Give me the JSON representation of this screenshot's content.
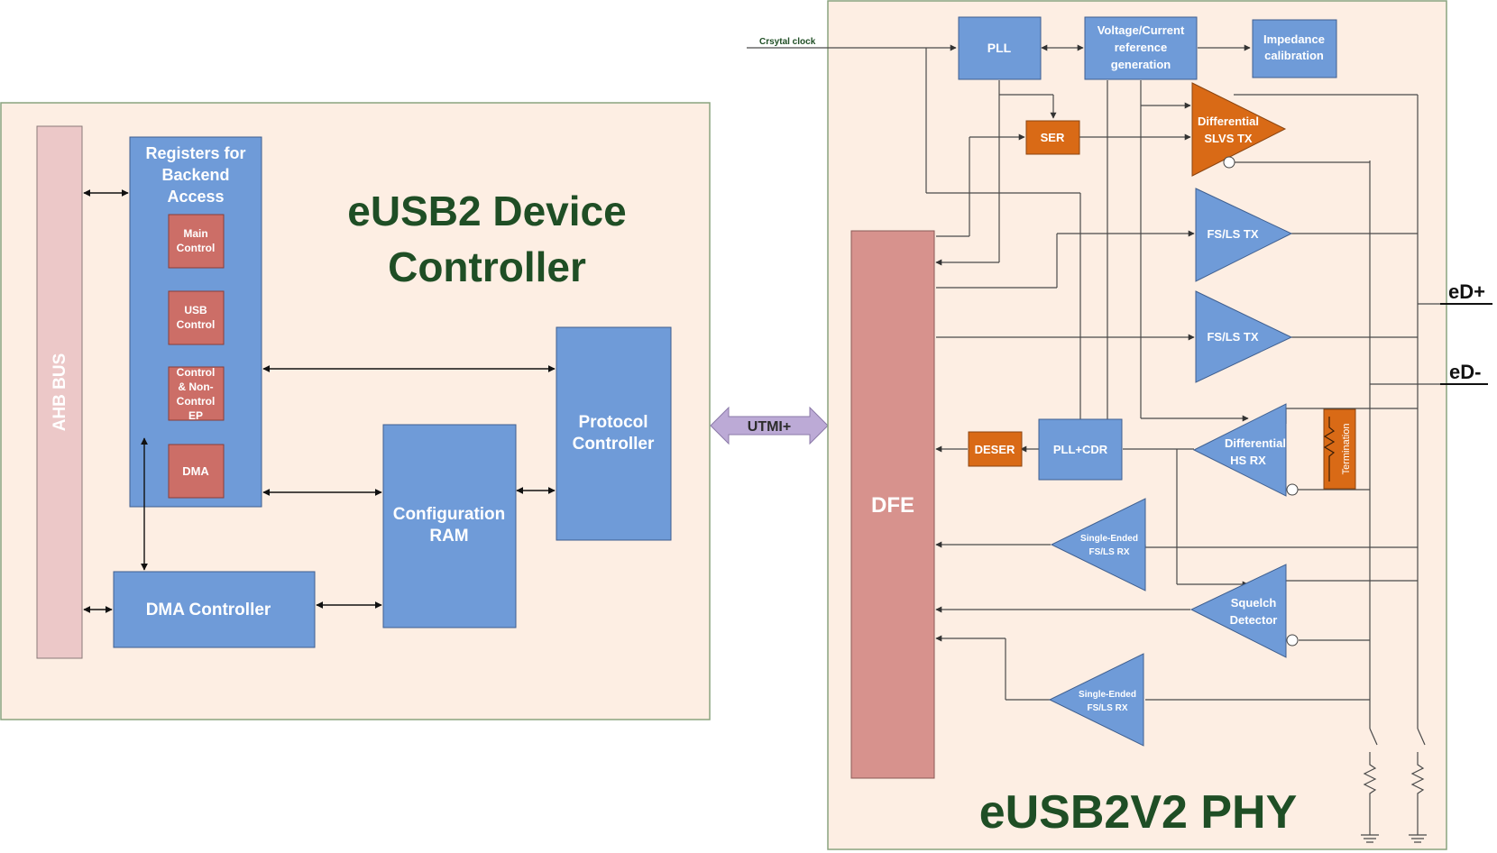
{
  "controller": {
    "title_line1": "eUSB2 Device",
    "title_line2": "Controller",
    "ahb_bus": "AHB BUS",
    "registers": {
      "line1": "Registers for",
      "line2": "Backend",
      "line3": "Access",
      "main_control": [
        "Main",
        "Control"
      ],
      "usb_control": [
        "USB",
        "Control"
      ],
      "control_ep": [
        "Control",
        "& Non-",
        "Control",
        "EP"
      ],
      "dma": "DMA"
    },
    "protocol_controller": [
      "Protocol",
      "Controller"
    ],
    "configuration_ram": [
      "Configuration",
      "RAM"
    ],
    "dma_controller": "DMA Controller"
  },
  "interface": {
    "utmi": "UTMI+"
  },
  "phy": {
    "title": "eUSB2V2 PHY",
    "crystal_clock": "Crsytal clock",
    "pll": "PLL",
    "vref": [
      "Voltage/Current",
      "reference",
      "generation"
    ],
    "impedance": [
      "Impedance",
      "calibration"
    ],
    "ser": "SER",
    "diff_slvs_tx": [
      "Differential",
      "SLVS TX"
    ],
    "fsls_tx_1": "FS/LS TX",
    "fsls_tx_2": "FS/LS TX",
    "dfe": "DFE",
    "deser": "DESER",
    "pll_cdr": "PLL+CDR",
    "diff_hs_rx": [
      "Differential",
      "HS RX"
    ],
    "termination": "Termination",
    "se_fsls_rx_1": [
      "Single-Ended",
      "FS/LS RX"
    ],
    "squelch": [
      "Squelch",
      "Detector"
    ],
    "se_fsls_rx_2": [
      "Single-Ended",
      "FS/LS RX"
    ],
    "ed_plus": "eD+",
    "ed_minus": "eD-"
  },
  "colors": {
    "panel_fill": "#fdeee3",
    "panel_stroke": "#8aa37f",
    "block_blue": "#6f9bd8",
    "block_red": "#cc6e67",
    "ahb_pink": "#ecc8c8",
    "dfe_pink": "#d7928d",
    "orange": "#d96a16",
    "utmi_purple": "#bcaad6",
    "title_green": "#1f4e25"
  }
}
